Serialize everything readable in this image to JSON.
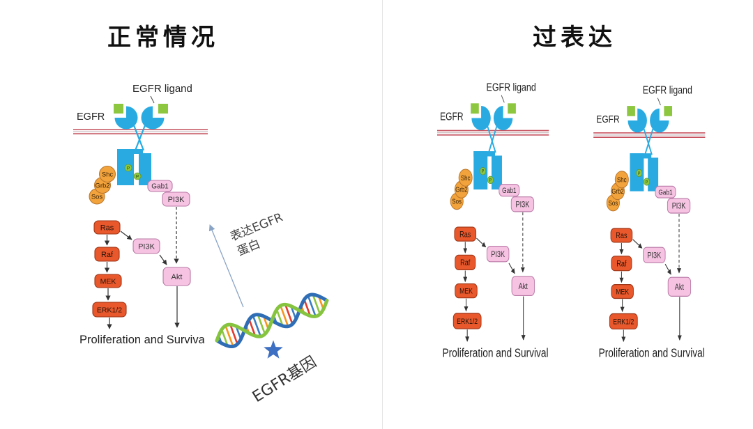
{
  "panels": {
    "normal": {
      "title": "正常情况",
      "diagrams": [
        {
          "ligand_label": "EGFR ligand",
          "receptor_label": "EGFR",
          "phospho": [
            "P",
            "P"
          ],
          "adaptors": [
            "Shc",
            "Grb2",
            "Sos"
          ],
          "gab1": "Gab1",
          "pi3k_upstream": "PI3K",
          "mapk_cascade": [
            "Ras",
            "Raf",
            "MEK",
            "ERK1/2"
          ],
          "pi3k_downstream": "PI3K",
          "akt": "Akt",
          "outcome": "Proliferation and Surviva"
        }
      ],
      "annotations": {
        "expression_label": [
          "表达EGFR",
          "蛋白"
        ],
        "gene_label": "EGFR基因"
      }
    },
    "overexpression": {
      "title": "过表达",
      "diagrams": [
        {
          "ligand_label": "EGFR ligand",
          "receptor_label": "EGFR",
          "phospho": [
            "P",
            "P"
          ],
          "adaptors": [
            "Shc",
            "Grb2",
            "Sos"
          ],
          "gab1": "Gab1",
          "pi3k_upstream": "PI3K",
          "mapk_cascade": [
            "Ras",
            "Raf",
            "MEK",
            "ERK1/2"
          ],
          "pi3k_downstream": "PI3K",
          "akt": "Akt",
          "outcome": "Proliferation and Survival"
        },
        {
          "ligand_label": "EGFR ligand",
          "receptor_label": "EGFR",
          "phospho": [
            "P",
            "P"
          ],
          "adaptors": [
            "Shc",
            "Grb2",
            "Sos"
          ],
          "gab1": "Gab1",
          "pi3k_upstream": "PI3K",
          "mapk_cascade": [
            "Ras",
            "Raf",
            "MEK",
            "ERK1/2"
          ],
          "pi3k_downstream": "PI3K",
          "akt": "Akt",
          "outcome": "Proliferation and Survival"
        }
      ]
    }
  },
  "icons": {
    "gene": "dna-helix-icon",
    "gene_marker": "star-icon"
  },
  "colors": {
    "receptor": "#29abe2",
    "ligand": "#8dc63f",
    "membrane": "#c6505e",
    "membrane_core": "#bfaeb3",
    "phospho": "#8dc63f",
    "adaptor_fill": "#f3a33b",
    "adaptor_stroke": "#b8742a",
    "mapk_fill": "#e8582c",
    "mapk_stroke": "#9c3517",
    "pi3k_fill": "#f6c3e3",
    "pi3k_stroke": "#b97aa6",
    "arrow": "#333333",
    "text": "#222222",
    "dna_strand_a": "#2f6db5",
    "dna_strand_b": "#86c440",
    "dna_rungs": [
      "#3a7cc6",
      "#8cc63f",
      "#f7941d",
      "#e13b2e"
    ],
    "star": "#3d6fc2",
    "expression_arrow": "#8aa4c6",
    "divider": "#e4e4e4"
  }
}
